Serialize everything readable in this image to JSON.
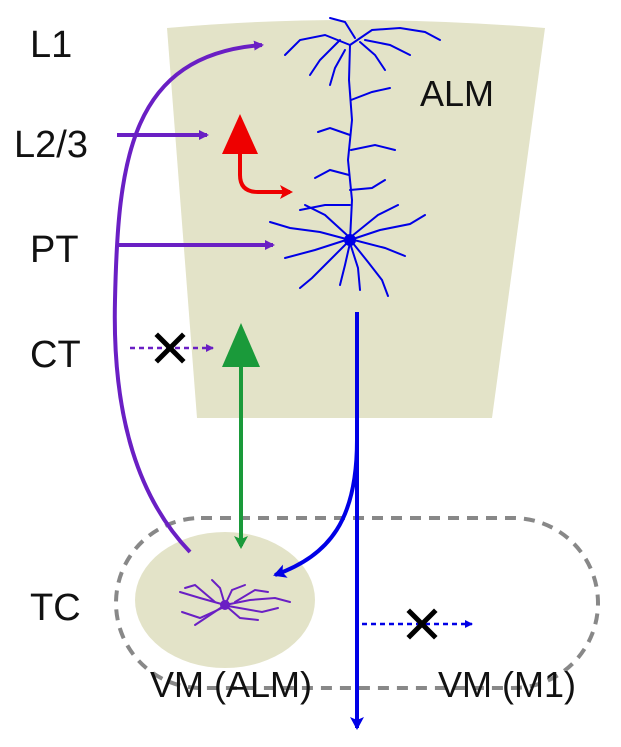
{
  "layer_labels": {
    "l1": "L1",
    "l23": "L2/3",
    "pt": "PT",
    "ct": "CT",
    "tc": "TC"
  },
  "region_labels": {
    "alm": "ALM",
    "vm_alm": "VM (ALM)",
    "vm_m1": "VM (M1)"
  },
  "colors": {
    "cortex_fill": "#e3e3c8",
    "purple": "#6a1fc4",
    "blue": "#0000e6",
    "red": "#ee0000",
    "green": "#1a9a3a",
    "dashed_gray": "#888888",
    "blocked_mark": "#000000"
  }
}
